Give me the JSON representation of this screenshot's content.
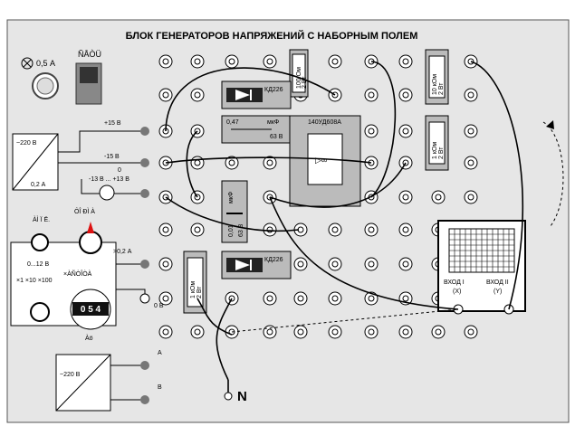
{
  "title": "БЛОК ГЕНЕРАТОРОВ НАПРЯЖЕНИЙ С НАБОРНЫМ ПОЛЕМ",
  "fuse_label": "0,5 А",
  "switch_label": "ÑÅÒÜ",
  "power_block": {
    "top": "~220 В",
    "bottom": "0,2 А"
  },
  "rails": {
    "plus15": "+15 В",
    "minus15": "-15 В",
    "adj": "-13 В ... +13 В",
    "adj_zero": "0"
  },
  "mode_labels": {
    "left": "ÀÌ Ï Ë.",
    "mid": "ÔÎ ÐÌ À"
  },
  "amplitude": {
    "range": "0...12 В",
    "mult": "×1  ×10 ×100",
    "freq": "×ÀÑÒÎÒÀ",
    "display": "0 5 4",
    "unit": "Àö"
  },
  "out_02": ">0,2 А",
  "zero_v": "0 В",
  "components": {
    "r100": {
      "top": "100 Ом",
      "bottom": "2 Вт"
    },
    "d1": "КД226",
    "c047": {
      "left": "0,47",
      "unit": "мкФ",
      "volt": "63 В"
    },
    "opamp": "140УД608А",
    "r10k": {
      "top": "10 кОм",
      "bottom": "2 Вт"
    },
    "r1k_right": {
      "top": "1 кОм",
      "bottom": "2 Вт"
    },
    "cap_vert": {
      "top": "мкФ",
      "left": "0,01",
      "right": "63 В"
    },
    "d2": "КД226",
    "r1k_left": {
      "top": "1 кОм",
      "bottom": "2 Вт"
    },
    "opamp_symbol": "▷∞"
  },
  "oscilloscope": {
    "in1": "ВХОД I",
    "in1b": "(X)",
    "in2": "ВХОД II",
    "in2b": "(Y)"
  },
  "bottom_block": {
    "label": "~220 В",
    "a": "А",
    "b": "В"
  },
  "ground": "N"
}
